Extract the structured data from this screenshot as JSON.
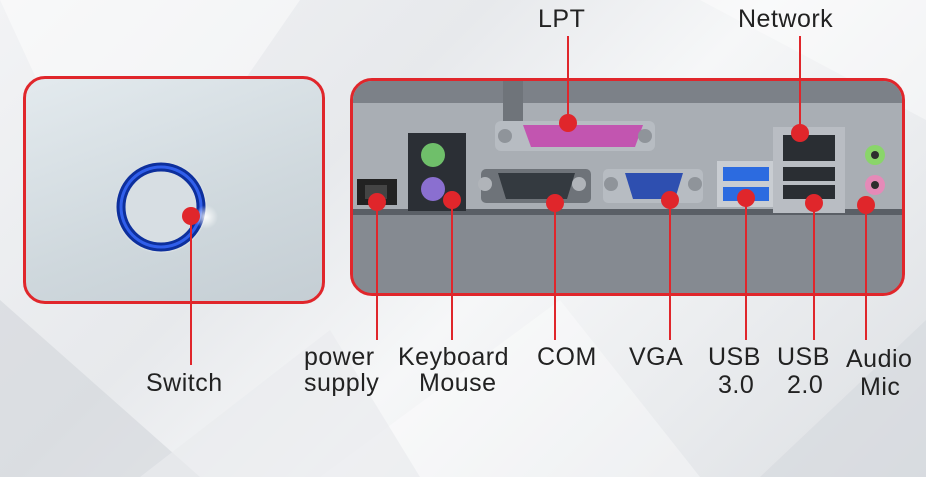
{
  "labels": {
    "lpt": "LPT",
    "network": "Network",
    "switch": "Switch",
    "power_line1": "power",
    "power_line2": "supply",
    "keyboard": "Keyboard",
    "mouse": "Mouse",
    "com": "COM",
    "vga": "VGA",
    "usb30_line1": "USB",
    "usb30_line2": "3.0",
    "usb20_line1": "USB",
    "usb20_line2": "2.0",
    "audio": "Audio",
    "mic": "Mic"
  },
  "colors": {
    "accent": "#e0262b",
    "switch_ring": "#1a4fd6",
    "ps2_keyboard": "#6fbf6a",
    "ps2_mouse": "#8a6fd0",
    "lpt": "#c255b0",
    "vga": "#2e4fb0",
    "usb30": "#2c6be0",
    "audio_green": "#8ad56a",
    "audio_pink": "#e58ab8"
  }
}
